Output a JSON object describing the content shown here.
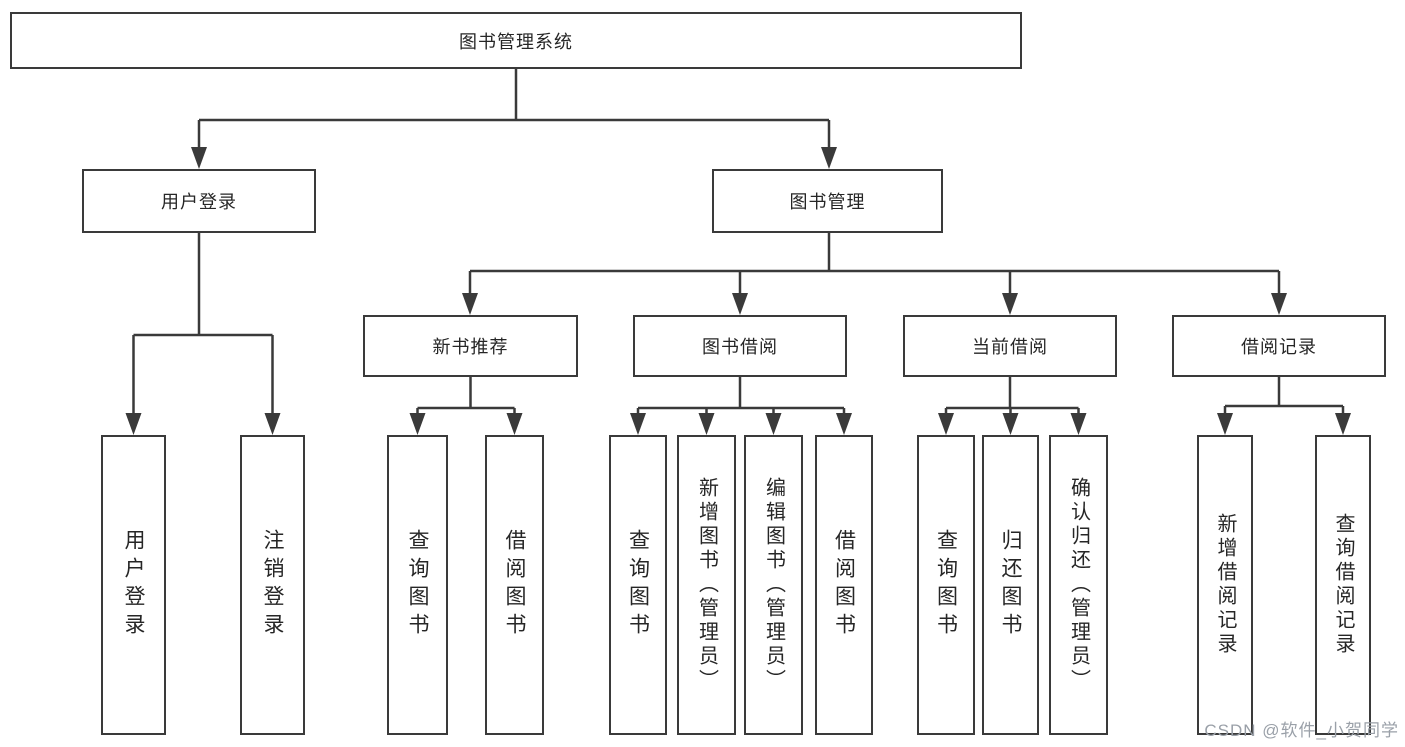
{
  "colors": {
    "line": "#3a3a3a",
    "box_border": "#3a3a3a",
    "text": "#262626",
    "watermark": "#9aa0a8",
    "background": "#ffffff"
  },
  "watermark": "CSDN @软件_小贺同学",
  "tree": {
    "root": "图书管理系统",
    "branches": [
      {
        "label": "用户登录",
        "children": [
          "用户登录",
          "注销登录"
        ]
      },
      {
        "label": "图书管理",
        "groups": [
          {
            "label": "新书推荐",
            "children": [
              "查询图书",
              "借阅图书"
            ]
          },
          {
            "label": "图书借阅",
            "children": [
              "查询图书",
              "新增图书（管理员）",
              "编辑图书（管理员）",
              "借阅图书"
            ]
          },
          {
            "label": "当前借阅",
            "children": [
              "查询图书",
              "归还图书",
              "确认归还（管理员）"
            ]
          },
          {
            "label": "借阅记录",
            "children": [
              "新增借阅记录",
              "查询借阅记录"
            ]
          }
        ]
      }
    ]
  }
}
